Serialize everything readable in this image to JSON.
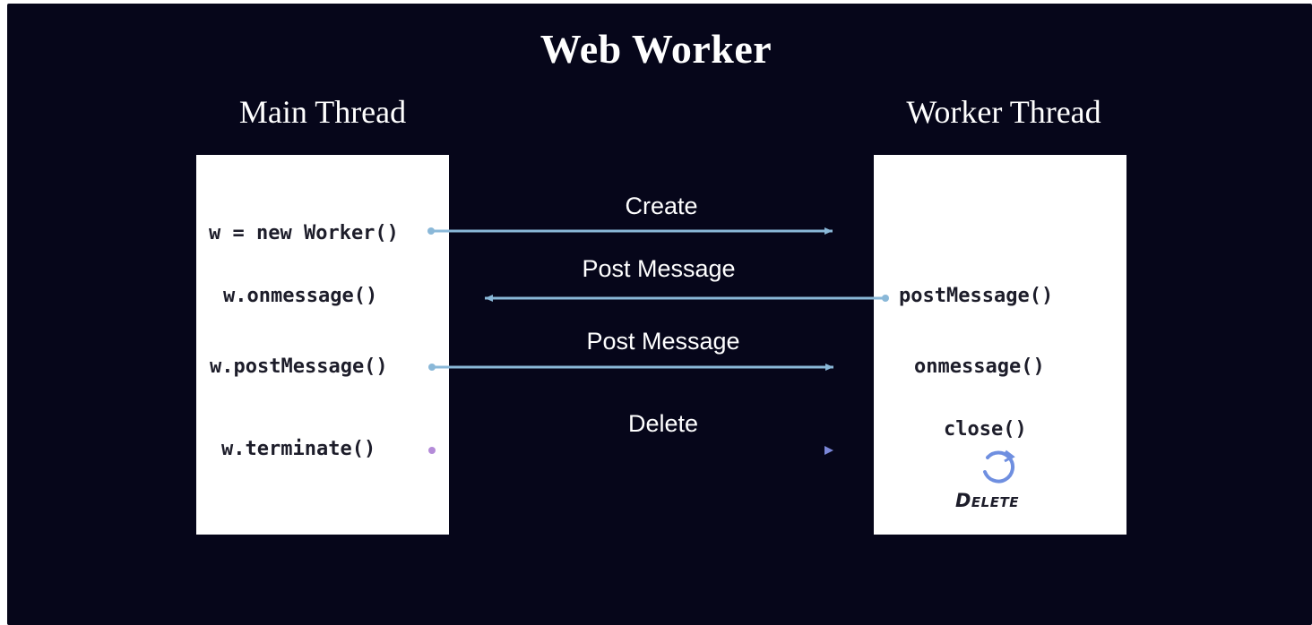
{
  "title": "Web Worker",
  "main_thread": {
    "header": "Main Thread",
    "items": [
      "w = new Worker()",
      "w.onmessage()",
      "w.postMessage()",
      "w.terminate()"
    ]
  },
  "worker_thread": {
    "header": "Worker Thread",
    "items": [
      "postMessage()",
      "onmessage()",
      "close()"
    ],
    "delete_stamp": "Delete",
    "refresh_icon": "refresh-icon"
  },
  "messages": [
    {
      "label": "Create",
      "direction": "main-to-worker"
    },
    {
      "label": "Post Message",
      "direction": "worker-to-main"
    },
    {
      "label": "Post Message",
      "direction": "main-to-worker"
    },
    {
      "label": "Delete",
      "direction": "main-to-worker"
    }
  ],
  "colors": {
    "background": "#06061a",
    "panel": "#ffffff",
    "arrow_blue": "#8ab8d8",
    "arrow_purple": "#8c7fd6",
    "refresh_icon": "#6f8fe0"
  }
}
